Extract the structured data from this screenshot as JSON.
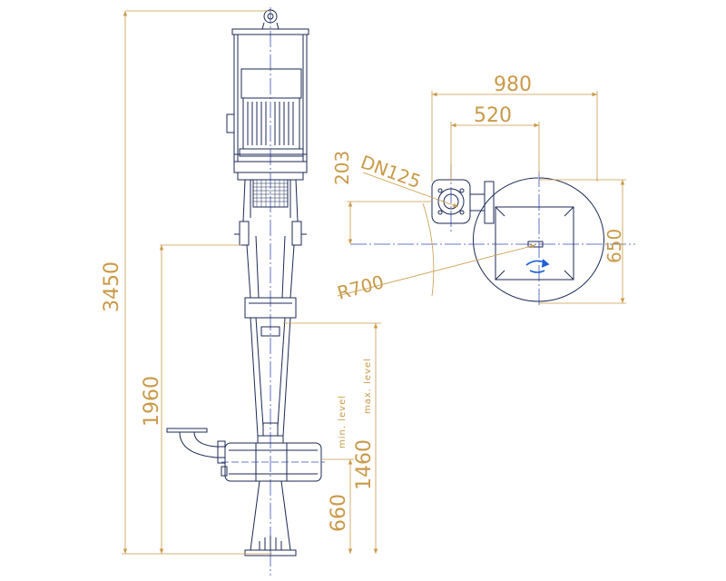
{
  "drawing": {
    "dimensions": {
      "overall_height": "3450",
      "outlet_height": "1960",
      "max_level": "1460",
      "min_level": "660",
      "width_980": "980",
      "width_520": "520",
      "offset_203": "203",
      "depth_650": "650",
      "outlet_dn": "DN125",
      "radius": "R700"
    },
    "labels": {
      "min_level": "min. level",
      "max_level": "max. level"
    },
    "colors": {
      "linework": "#1c2a55",
      "centerline": "#3a4fb0",
      "dimension": "#c99a4a",
      "rotation_arrow": "#1f5fd6"
    }
  }
}
